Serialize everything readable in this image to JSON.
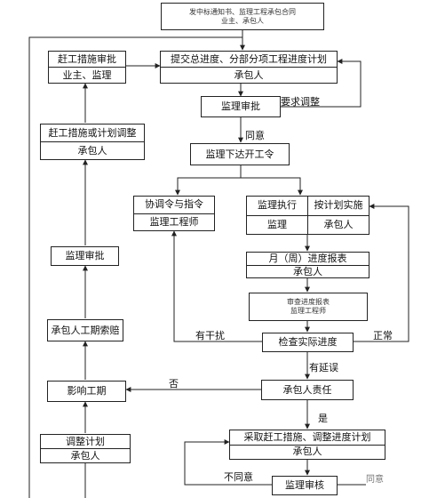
{
  "nodes": {
    "top": {
      "line1": "发中标通知书、监理工程承包合同",
      "line2": "业主、承包人"
    },
    "crash_review": {
      "line1": "赶工措施审批",
      "line2": "业主、监理"
    },
    "submit_plan": {
      "line1": "提交总进度、分部分项工程进度计划",
      "line2": "承包人"
    },
    "review1": {
      "line1": "监理审批"
    },
    "start_order": {
      "line1": "监理下达开工令"
    },
    "crash_adjust": {
      "line1": "赶工措施或计划调整",
      "line2": "承包人"
    },
    "coordinate": {
      "line1": "协调令与指令",
      "line2": "监理工程师"
    },
    "execute": {
      "left1": "监理执行",
      "right1": "按计划实施",
      "left2": "监理",
      "right2": "承包人"
    },
    "review2": {
      "line1": "监理审批"
    },
    "report": {
      "line1": "月（周）进度报表",
      "line2": "承包人"
    },
    "audit_report": {
      "line1": "审查进度报表",
      "line2": "监理工程师"
    },
    "claim": {
      "line1": "承包人工期索赔"
    },
    "check": {
      "line1": "检查实际进度"
    },
    "impact": {
      "line1": "影响工期"
    },
    "responsibility": {
      "line1": "承包人责任"
    },
    "adjust_plan": {
      "line1": "调整计划",
      "line2": "承包人"
    },
    "adopt": {
      "line1": "采取赶工措施、调整进度计划",
      "line2": "承包人"
    },
    "review3": {
      "line1": "监理审核"
    }
  },
  "edge_labels": {
    "require_adjust": "要求调整",
    "agree1": "同意",
    "interference": "有干扰",
    "normal": "正常",
    "delayed": "有延误",
    "no": "否",
    "yes": "是",
    "disagree": "不同意",
    "agree2": "同意"
  },
  "colors": {
    "line": "#222222",
    "background": "#ffffff"
  }
}
